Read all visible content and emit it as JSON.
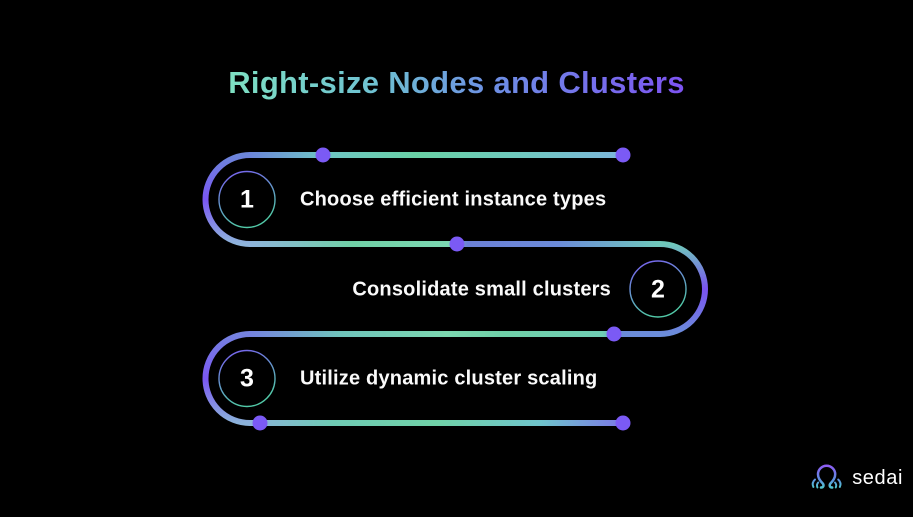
{
  "title": {
    "text": "Right-size Nodes and Clusters"
  },
  "steps": [
    {
      "number": "1",
      "label": "Choose efficient instance types"
    },
    {
      "number": "2",
      "label": "Consolidate small clusters"
    },
    {
      "number": "3",
      "label": "Utilize dynamic cluster scaling"
    }
  ],
  "brand": {
    "name": "sedai",
    "icon": "sedai-jellyfish-omega-icon"
  },
  "colors": {
    "background": "#000000",
    "text": "#FAFAFA",
    "dot_purple": "#7B5AF5",
    "path_purple": "#7A57F3",
    "path_blue": "#6C86DA",
    "path_light_blue": "#8FB5DC",
    "path_teal": "#6FC9BB",
    "path_green": "#69D1A5",
    "title_gradient": [
      "#7EE0C2",
      "#6FC2D2",
      "#6D8FE4",
      "#7D53F2"
    ],
    "circle_gradient": [
      "#7B5CF5",
      "#52C9A8"
    ],
    "logo_gradient": [
      "#9257F5",
      "#5F8BE0",
      "#4EDCC8"
    ]
  }
}
